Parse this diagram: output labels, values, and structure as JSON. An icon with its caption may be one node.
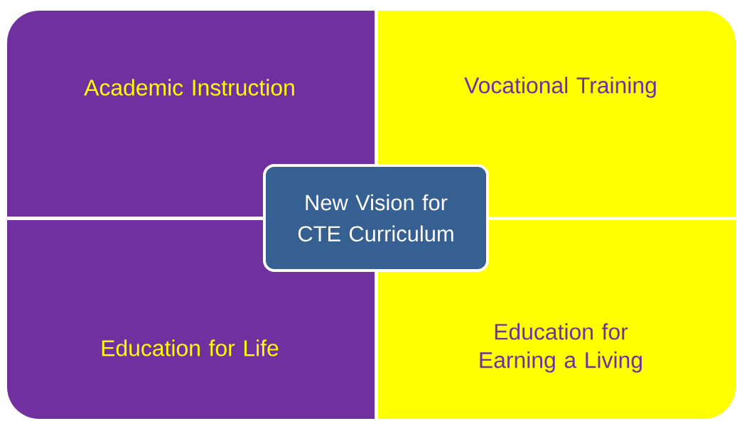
{
  "diagram": {
    "nodes": [
      {
        "text": [
          "Academic Instruction"
        ]
      },
      {
        "text": [
          "Vocational Training"
        ]
      },
      {
        "text": [
          "New Vision for CTE Curriculum"
        ]
      },
      {
        "text": [
          "Education for Life"
        ]
      },
      {
        "text": [
          "Education for Earning a Living"
        ]
      }
    ]
  }
}
